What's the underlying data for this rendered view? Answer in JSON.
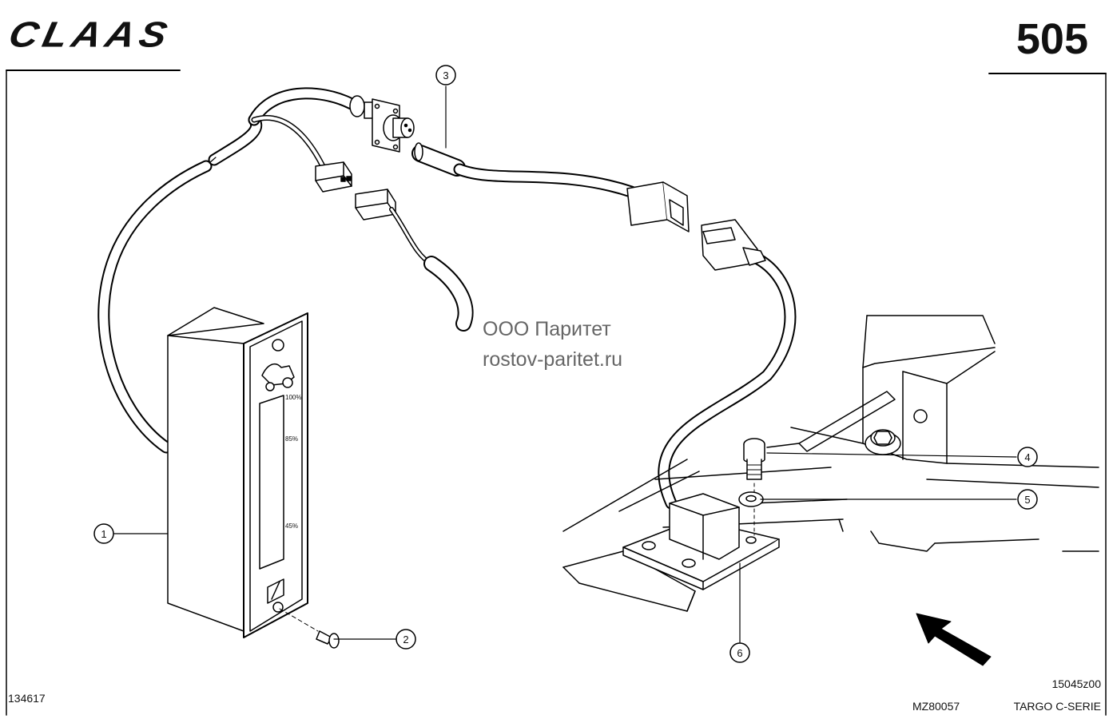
{
  "header": {
    "brand": "CLAAS",
    "page_number": "505"
  },
  "footer": {
    "drawing_code": "134617",
    "reference": "15045z00",
    "model_code": "MZ80057",
    "series": "TARGO C-SERIE"
  },
  "watermark": {
    "line1": "ООО Паритет",
    "line2": "rostov-paritet.ru"
  },
  "callouts": [
    "1",
    "2",
    "3",
    "4",
    "5",
    "6"
  ],
  "gauge_scale": [
    "100%",
    "85%",
    "45%"
  ]
}
